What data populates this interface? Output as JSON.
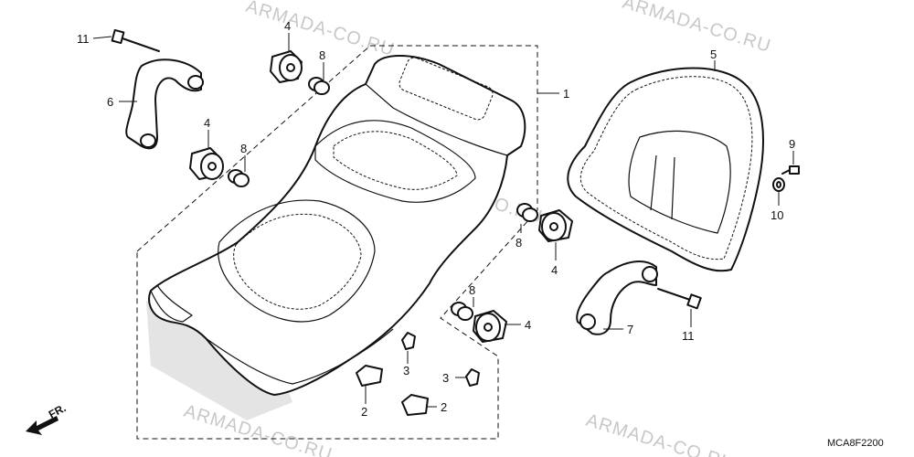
{
  "watermark": {
    "text": "ARMADA-CO.RU"
  },
  "callouts": {
    "c1": "1",
    "c2a": "2",
    "c2b": "2",
    "c3a": "3",
    "c3b": "3",
    "c4a": "4",
    "c4b": "4",
    "c4c": "4",
    "c4d": "4",
    "c5": "5",
    "c6": "6",
    "c7": "7",
    "c8a": "8",
    "c8b": "8",
    "c8c": "8",
    "c8d": "8",
    "c9": "9",
    "c10": "10",
    "c11a": "11",
    "c11b": "11"
  },
  "direction_label": "FR.",
  "diagram_code": "MCA8F2200",
  "icons": {
    "direction": "front-direction-arrow-icon"
  }
}
